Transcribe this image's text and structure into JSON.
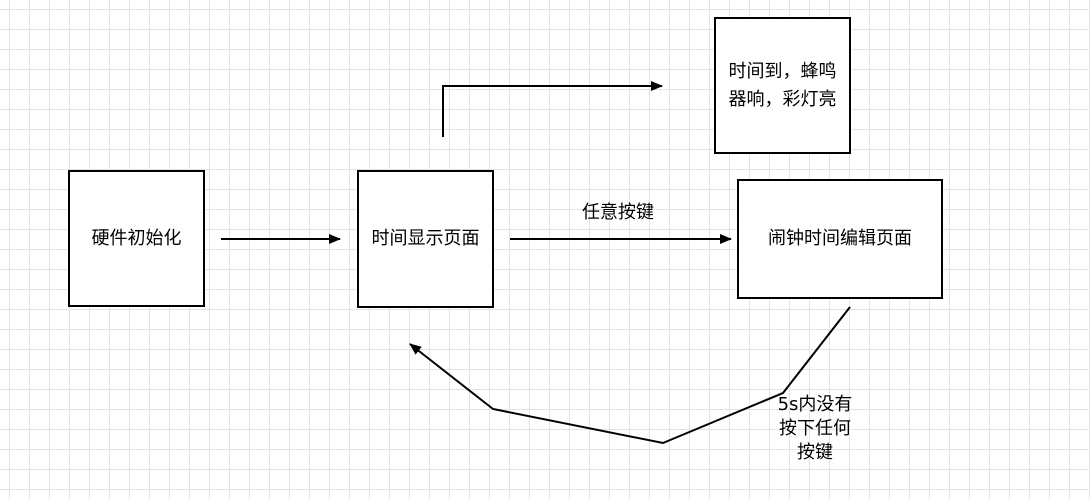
{
  "diagram": {
    "nodes": {
      "init": "硬件初始化",
      "time_display": "时间显示页面",
      "alarm_edit": "闹钟时间编辑页面",
      "alarm_ring": "时间到，蜂鸣器响，彩灯亮"
    },
    "edges": {
      "any_key": "任意按键",
      "timeout": "5s内没有\n按下任何\n按键"
    },
    "colors": {
      "stroke": "#000000",
      "fill": "#ffffff",
      "grid": "#e3e3e3"
    }
  }
}
